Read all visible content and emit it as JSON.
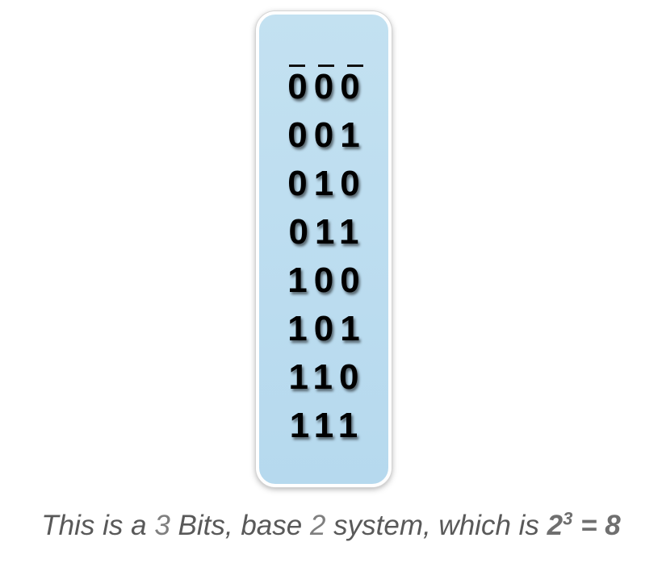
{
  "rows": [
    "000",
    "001",
    "010",
    "011",
    "100",
    "101",
    "110",
    "111"
  ],
  "blanks": [
    "_",
    "_",
    "_"
  ],
  "caption": {
    "prefix": "This is a ",
    "bits": "3",
    "middle1": " Bits, base ",
    "base": "2",
    "middle2": " system, which is ",
    "formula_base": "2",
    "formula_exp": "3",
    "formula_result": " = 8"
  },
  "colors": {
    "panel_fill": "#b9dbef",
    "digits": "#000000",
    "caption_text": "#595959"
  }
}
